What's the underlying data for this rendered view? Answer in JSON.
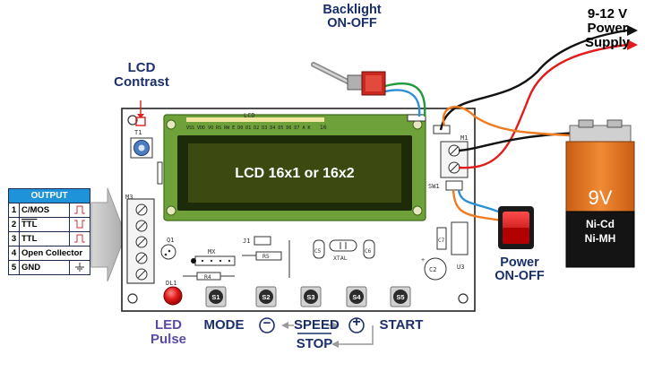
{
  "labels": {
    "backlight": [
      "Backlight",
      "ON-OFF"
    ],
    "lcd_contrast": [
      "LCD",
      "Contrast"
    ],
    "power_supply": [
      "9-12 V",
      "Power",
      "Supply"
    ],
    "power_switch": [
      "Power",
      "ON-OFF"
    ],
    "lcd_text": "LCD 16x1 or 16x2",
    "led_pulse": [
      "LED",
      "Pulse"
    ],
    "mode": "MODE",
    "speed": "SPEED",
    "stop": "STOP",
    "start": "START",
    "minus": "−",
    "plus": "+"
  },
  "battery": {
    "voltage": "9V",
    "type1": "Ni-Cd",
    "type2": "Ni-MH"
  },
  "board_labels": {
    "lcd": "LCD",
    "lcd_pins": "VSS VDD VO RS RW E D0 D1 D2 D3 D4 D5 D6 D7 A K",
    "pin16": "16",
    "t1": "T1",
    "m3": "M3",
    "m1": "M1",
    "sw1": "SW1",
    "q1": "Q1",
    "mx": "MX",
    "j1": "J1",
    "r5": "R5",
    "r4": "R4",
    "c5": "C5",
    "c6": "C6",
    "xtal": "XTAL",
    "c7": "C7",
    "c2": "C2",
    "u3": "U3",
    "dl1": "DL1",
    "buttons": [
      "S1",
      "S2",
      "S3",
      "S4",
      "S5"
    ]
  },
  "output_table": {
    "title": "OUTPUT",
    "rows": [
      {
        "num": "1",
        "label": "C/MOS",
        "overline": false,
        "signal": "pulse"
      },
      {
        "num": "2",
        "label": "TTL",
        "overline": true,
        "signal": "inv-pulse"
      },
      {
        "num": "3",
        "label": "TTL",
        "overline": false,
        "signal": "pulse"
      },
      {
        "num": "4",
        "label": "Open Collector",
        "overline": false,
        "signal": "none"
      },
      {
        "num": "5",
        "label": "GND",
        "overline": false,
        "signal": "ground"
      }
    ]
  },
  "colors": {
    "board": "#ffffff",
    "lcd_screen": "#3c4a12",
    "lcd_bezel": "#1d2b08",
    "lcd_pcb": "#6fa13a",
    "label_navy": "#1b2f6b",
    "led_label": "#5a4aa8",
    "table_header": "#1f93d9",
    "battery_orange": "#e8772a",
    "battery_black": "#141414",
    "wire_red": "#e21b1b",
    "wire_black": "#111111",
    "wire_orange": "#f07a1e",
    "wire_blue": "#2a8fd8",
    "wire_green": "#1f9a3a"
  }
}
